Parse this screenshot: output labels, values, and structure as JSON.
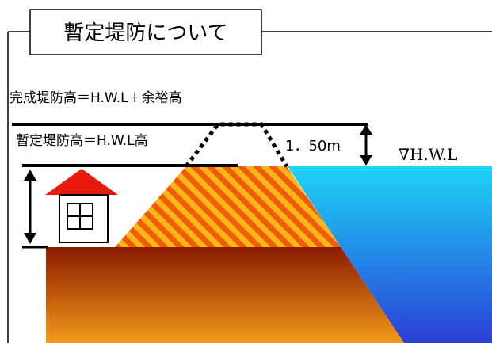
{
  "title": "暫定堤防について",
  "labels": {
    "completed_height": "完成堤防高＝H.W.L＋余裕高",
    "provisional_height": "暫定堤防高＝H.W.L高",
    "freeboard": "1．50m",
    "hwl": "∇H.W.L"
  },
  "colors": {
    "water_top": "#1dd4f7",
    "water_bottom": "#2a3fd6",
    "ground_top": "#8a1a00",
    "ground_bottom": "#f29a1a",
    "levee_hatch_a": "#f25a0c",
    "levee_hatch_b": "#f5b816",
    "house_roof": "#e8190e",
    "line": "#000000"
  }
}
